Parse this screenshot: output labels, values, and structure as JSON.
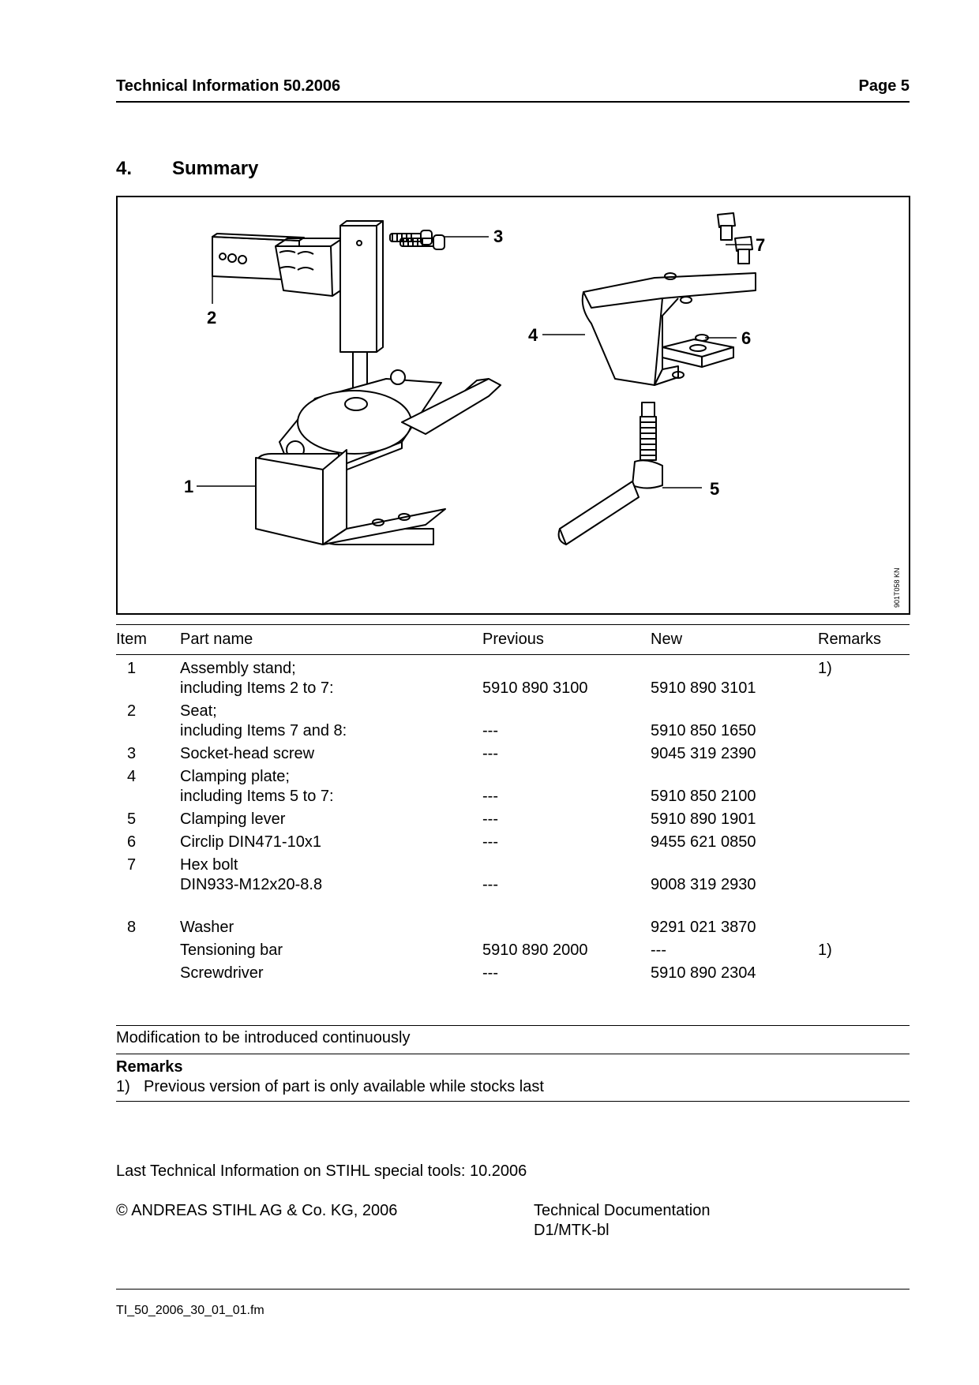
{
  "header": {
    "left": "Technical Information  50.2006",
    "right": "Page 5"
  },
  "section": {
    "number": "4.",
    "title": "Summary"
  },
  "figure": {
    "callouts": [
      "1",
      "2",
      "3",
      "4",
      "5",
      "6",
      "7"
    ],
    "ref_code": "901T058 KN"
  },
  "table": {
    "headers": {
      "item": "Item",
      "part": "Part name",
      "previous": "Previous",
      "new": "New",
      "remarks": "Remarks"
    },
    "rows": [
      {
        "item": "1",
        "name": "Assembly stand;",
        "name2": "including Items 2 to 7:",
        "previous": "5910 890 3100",
        "new": "5910 890 3101",
        "remarks": "1)"
      },
      {
        "item": "2",
        "name": "Seat;",
        "name2": "including Items 7 and 8:",
        "previous": "---",
        "new": "5910 850 1650",
        "remarks": ""
      },
      {
        "item": "3",
        "name": "Socket-head screw",
        "name2": "",
        "previous": "---",
        "new": "9045 319 2390",
        "remarks": ""
      },
      {
        "item": "4",
        "name": "Clamping plate;",
        "name2": "including Items 5 to 7:",
        "previous": "---",
        "new": "5910 850 2100",
        "remarks": ""
      },
      {
        "item": "5",
        "name": "Clamping lever",
        "name2": "",
        "previous": "---",
        "new": "5910 890 1901",
        "remarks": ""
      },
      {
        "item": "6",
        "name": "Circlip DIN471-10x1",
        "name2": "",
        "previous": "---",
        "new": "9455 621 0850",
        "remarks": ""
      },
      {
        "item": "7",
        "name": "Hex bolt",
        "name2": "DIN933-M12x20-8.8",
        "previous": "---",
        "new": "9008 319 2930",
        "remarks": ""
      },
      {
        "item": "8",
        "name": "Washer",
        "name2": "",
        "previous": "",
        "new": "9291 021 3870",
        "remarks": ""
      },
      {
        "item": "",
        "name": "Tensioning bar",
        "name2": "",
        "previous": "5910 890 2000",
        "new": "---",
        "remarks": "1)"
      },
      {
        "item": "",
        "name": "Screwdriver",
        "name2": "",
        "previous": "---",
        "new": "5910 890 2304",
        "remarks": ""
      }
    ]
  },
  "modification": "Modification to be introduced continuously",
  "remarks": {
    "title": "Remarks",
    "items": [
      "1)",
      "Previous version of part is only available while stocks last"
    ]
  },
  "last_info": "Last Technical Information on STIHL special tools: 10.2006",
  "copyright": "© ANDREAS STIHL AG & Co. KG, 2006",
  "tech_doc": {
    "line1": "Technical Documentation",
    "line2": "D1/MTK-bl"
  },
  "file_name": "TI_50_2006_30_01_01.fm"
}
